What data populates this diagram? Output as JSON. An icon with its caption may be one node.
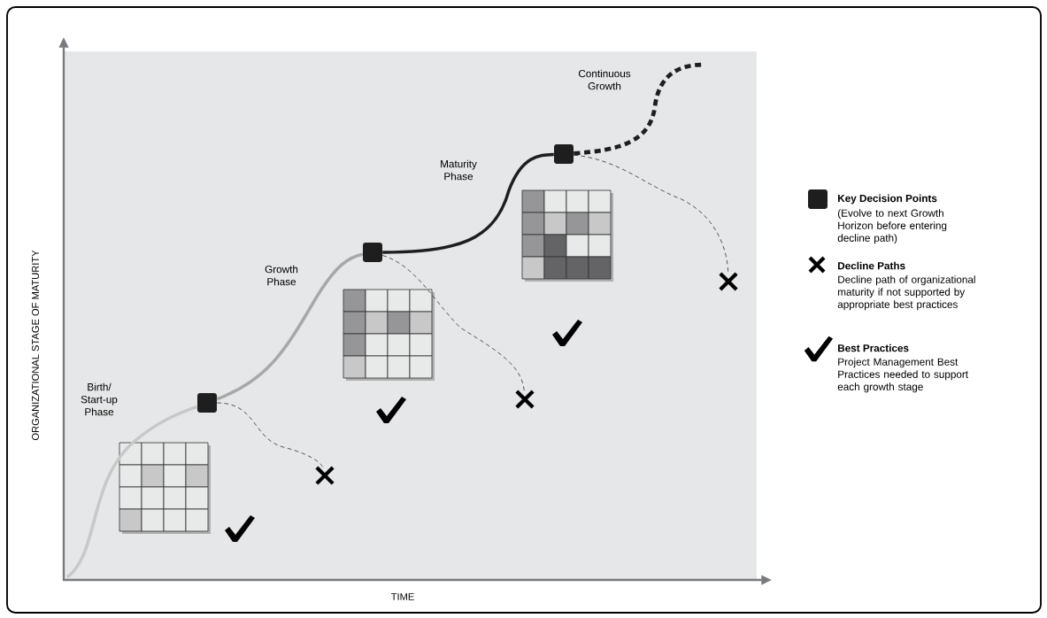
{
  "diagram": {
    "nodes": [
      {
        "text": [],
        "shape": "box"
      },
      {
        "text": [],
        "shape": "box"
      },
      {
        "text": [],
        "shape": "box"
      },
      {
        "text": [],
        "shape": "cross"
      },
      {
        "text": [],
        "shape": "cross"
      },
      {
        "text": [],
        "shape": "cross"
      }
    ],
    "edges": [
      {
        "from": null,
        "to": 0,
        "arrow": "none",
        "color": "#c8c8c8"
      },
      {
        "from": 0,
        "to": 1,
        "arrow": "none",
        "color": "#a8a8a8"
      },
      {
        "from": 1,
        "to": 2,
        "arrow": "none",
        "color": "#1e1e1e"
      },
      {
        "from": 2,
        "to": null,
        "arrow": "none",
        "style": "dashed",
        "color": "#1e1e1e"
      },
      {
        "from": 0,
        "to": 3,
        "arrow": "none",
        "style": "dashed"
      },
      {
        "from": 1,
        "to": 4,
        "arrow": "none",
        "style": "dashed"
      },
      {
        "from": 2,
        "to": 5,
        "arrow": "none",
        "style": "dashed"
      }
    ],
    "labels": [
      "Birth/ Start-up Phase",
      "Growth Phase",
      "Maturity Phase",
      "Continuous Growth",
      "ORGANIZATIONAL STAGE OF MATURITY",
      "TIME",
      "(Evolve to next Growth Horizon before entering decline path)",
      "Decline path of organizational maturity if not supported by appropriate best practices",
      "Project Management Best Practices needed to support each growth stage"
    ],
    "legend": [
      {
        "text": "Key Decision Points"
      },
      {
        "text": "Decline Paths"
      },
      {
        "text": "Best Practices"
      }
    ]
  }
}
